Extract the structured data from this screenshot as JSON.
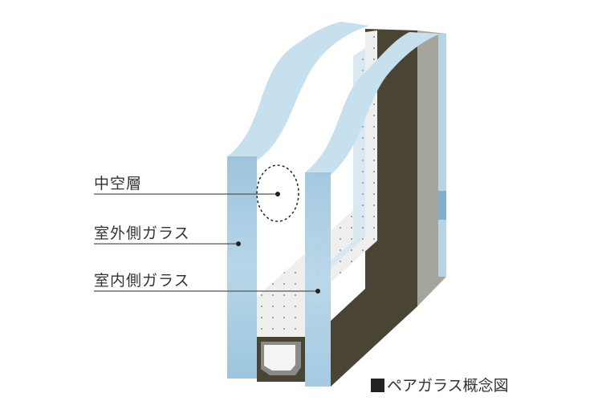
{
  "labels": {
    "air_layer": "中空層",
    "outer_glass": "室外側ガラス",
    "inner_glass": "室内側ガラス"
  },
  "caption": "ペアガラス概念図",
  "colors": {
    "glass": "#a9cfe3",
    "frame": "#4a4434",
    "frame_side": "#a5a59c",
    "text": "#333333"
  }
}
